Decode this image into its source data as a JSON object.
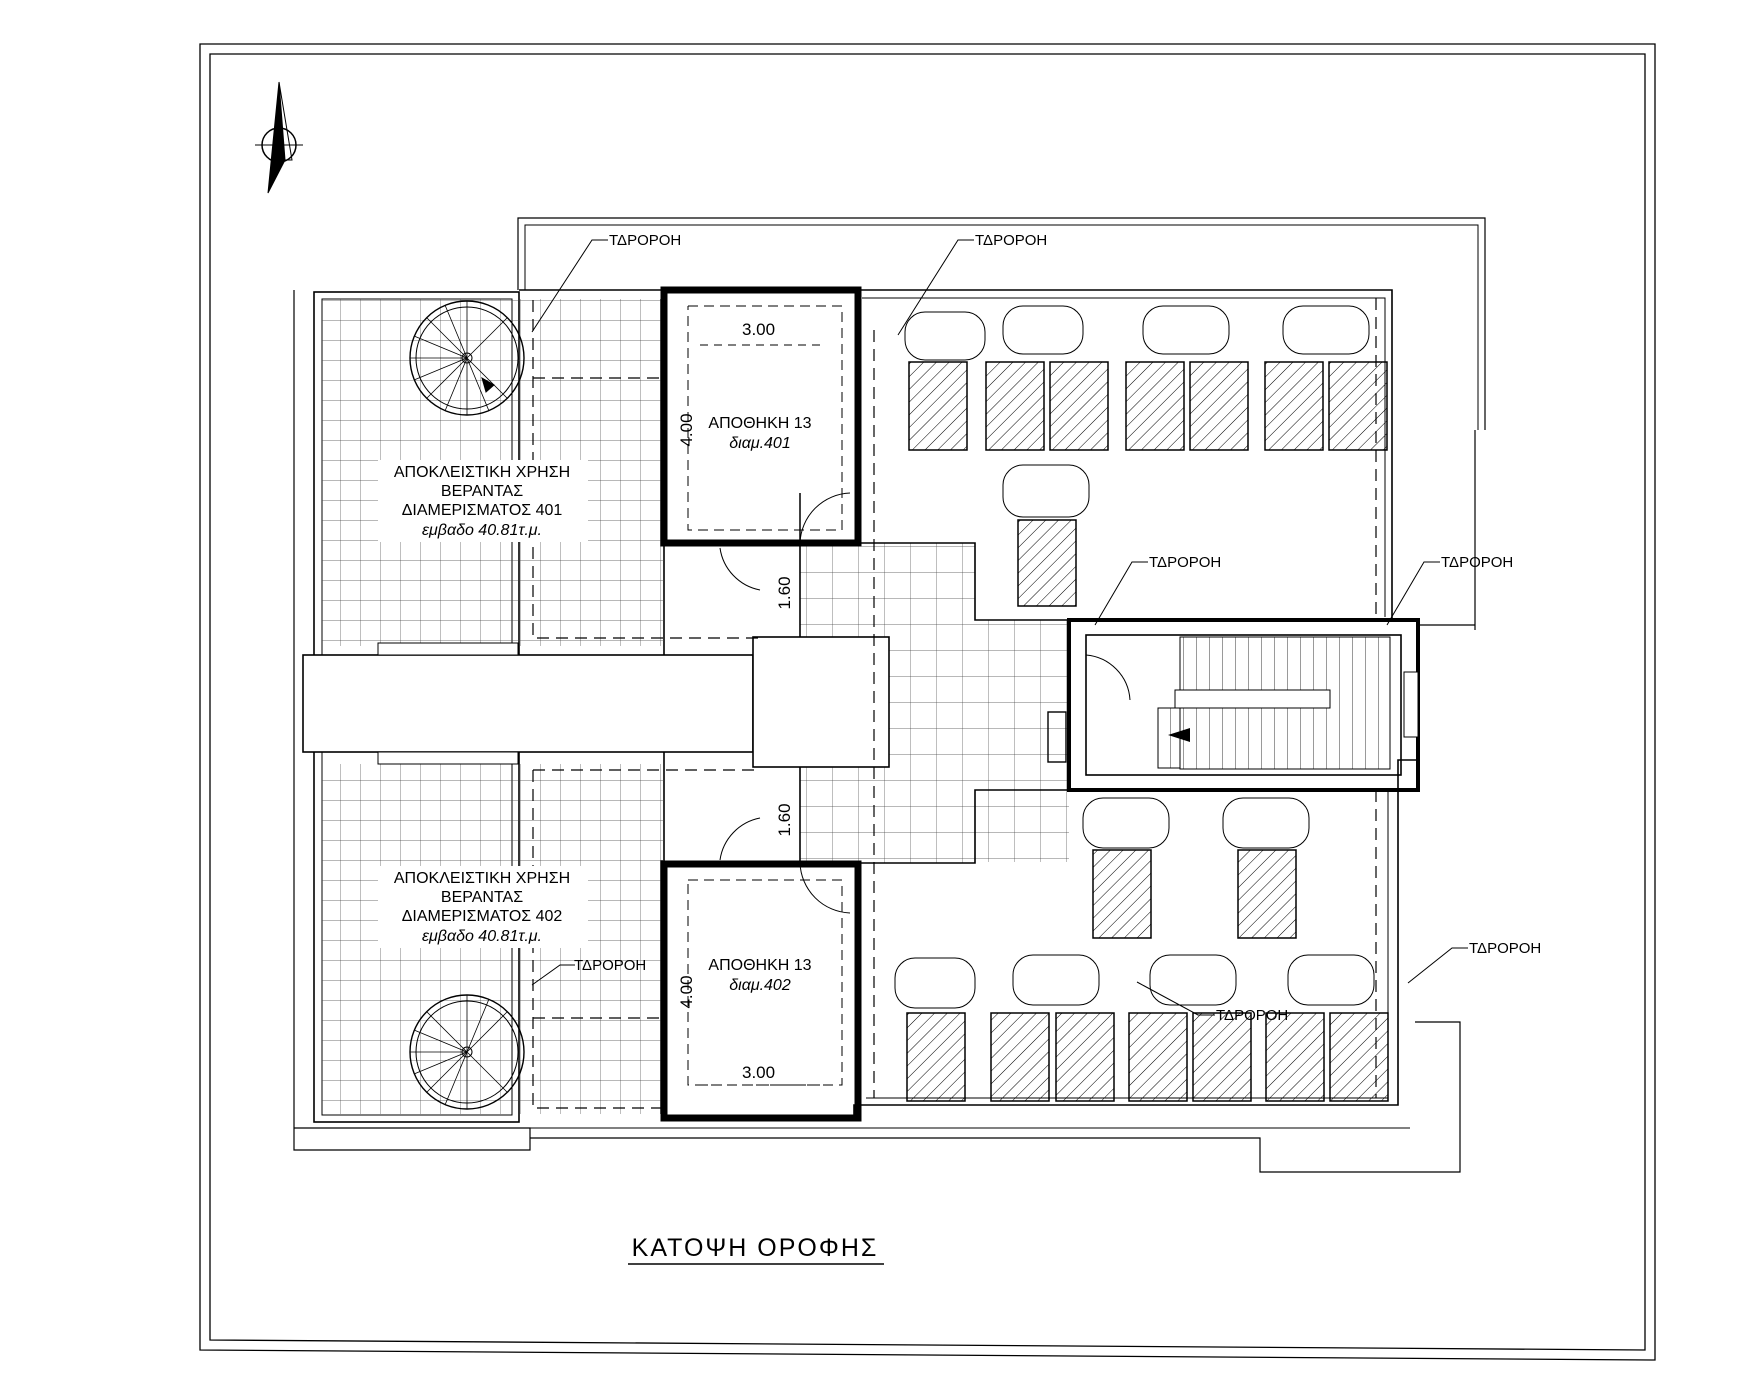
{
  "drawing": {
    "title": "ΚΑΤΟΨΗ ΟΡΟΦΗΣ"
  },
  "veranda_401": {
    "line1": "ΑΠΟΚΛΕΙΣΤΙΚΗ ΧΡΗΣΗ",
    "line2": "ΒΕΡΑΝΤΑΣ",
    "line3": "ΔΙΑΜΕΡΙΣΜΑΤΟΣ 401",
    "area": "εμβαδο 40.81τ.μ."
  },
  "veranda_402": {
    "line1": "ΑΠΟΚΛΕΙΣΤΙΚΗ ΧΡΗΣΗ",
    "line2": "ΒΕΡΑΝΤΑΣ",
    "line3": "ΔΙΑΜΕΡΙΣΜΑΤΟΣ 402",
    "area": "εμβαδο 40.81τ.μ."
  },
  "storage_401": {
    "name": "ΑΠΟΘΗΚΗ 13",
    "unit": "διαμ.401",
    "width": "3.00",
    "depth": "4.00"
  },
  "storage_402": {
    "name": "ΑΠΟΘΗΚΗ 13",
    "unit": "διαμ.402",
    "width": "3.00",
    "depth": "4.00"
  },
  "stair_dims": {
    "upper": "1.60",
    "lower": "1.60"
  },
  "drain_label": "ΤΔΡΟΡΟΗ",
  "line_color": "#000000",
  "hatch_color": "#000000",
  "north_arrow_icon": "north-arrow-icon"
}
